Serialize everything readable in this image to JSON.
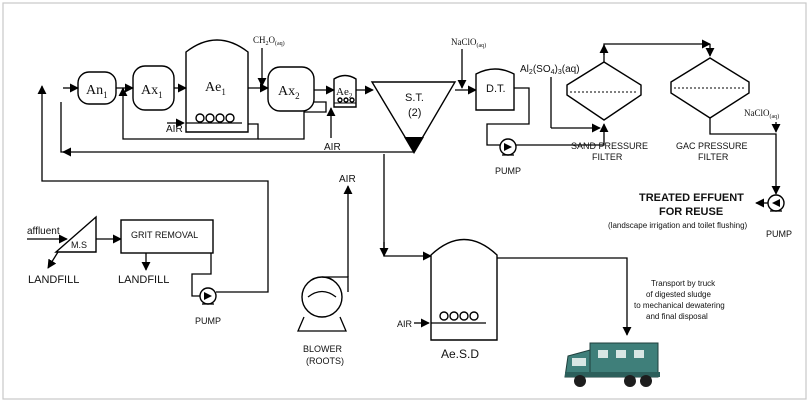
{
  "units": {
    "an1": {
      "base": "An",
      "sub": "1"
    },
    "ax1": {
      "base": "Ax",
      "sub": "1"
    },
    "ae1": {
      "base": "Ae",
      "sub": "1"
    },
    "ax2": {
      "base": "Ax",
      "sub": "2"
    },
    "ae2": {
      "base": "Ae",
      "sub": "2"
    },
    "settling_tank": {
      "line1": "S.T.",
      "line2": "(2)"
    },
    "disinfection_tank": "D.T.",
    "screen": "M.S",
    "grit_removal": "GRIT REMOVAL",
    "digester": "Ae.S.D"
  },
  "chemicals": {
    "methanol": {
      "base": "CH",
      "sub1": "2",
      "mid": "O",
      "sub2": "(aq)"
    },
    "hypochlorite_1": {
      "base": "NaClO",
      "sub": "(aq)"
    },
    "alum": {
      "a": "Al",
      "s1": "2",
      "b": "(SO",
      "s2": "4",
      "c": ")",
      "s3": "3",
      "d": "(aq)"
    },
    "hypochlorite_2": {
      "base": "NaClO",
      "sub": "(aq)"
    }
  },
  "labels": {
    "affluent": "affluent",
    "landfill_1": "LANDFILL",
    "landfill_2": "LANDFILL",
    "pump_1": "PUMP",
    "pump_2": "PUMP",
    "pump_3": "PUMP",
    "air_1": "AIR",
    "air_2": "AIR",
    "air_3": "AIR",
    "air_4": "AIR",
    "blower_1": "BLOWER",
    "blower_2": "(ROOTS)",
    "sand_filter_1": "SAND PRESSURE",
    "sand_filter_2": "FILTER",
    "gac_filter_1": "GAC PRESSURE",
    "gac_filter_2": "FILTER",
    "treated_1": "TREATED EFFUENT",
    "treated_2": "FOR REUSE",
    "treated_3": "(landscape irrigation and toilet flushing)",
    "transport_1": "Transport by truck",
    "transport_2": "of digested sludge",
    "transport_3": "to mechanical dewatering",
    "transport_4": "and final disposal"
  },
  "colors": {
    "truck_body": "#3f7f7a",
    "truck_dark": "#2c5f5b",
    "hatch": "#000000"
  }
}
